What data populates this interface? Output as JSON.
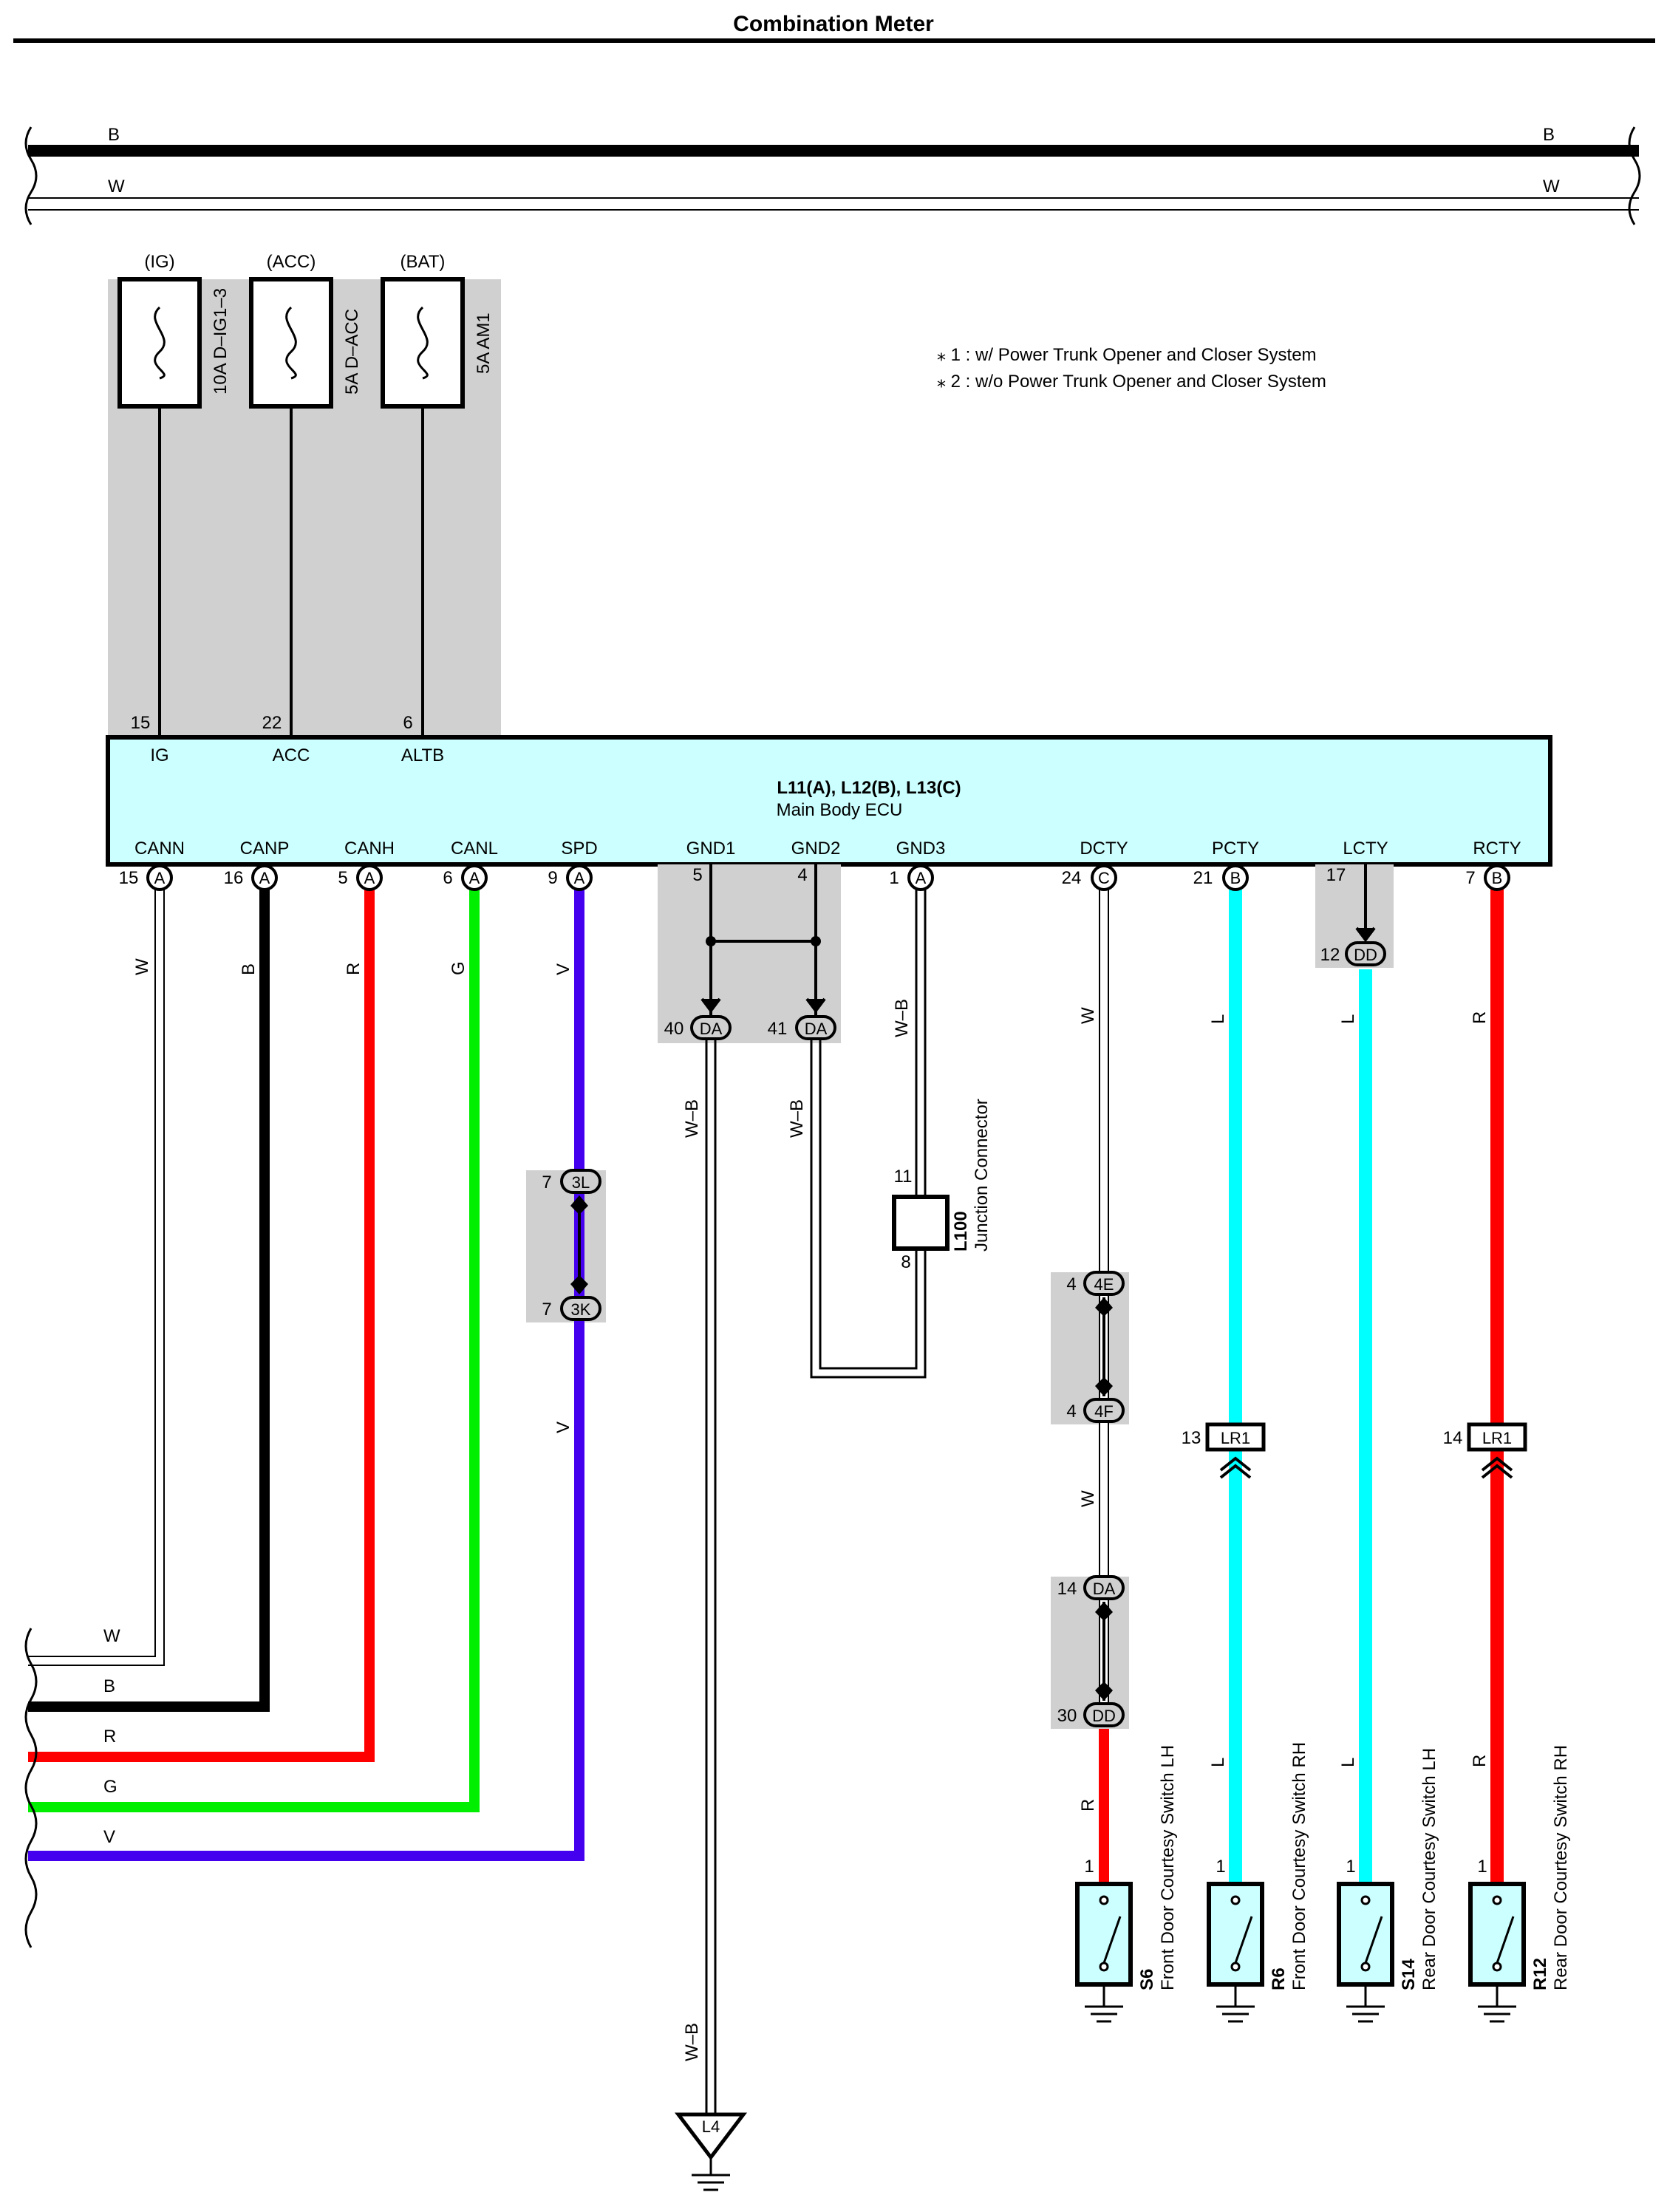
{
  "title": "Combination Meter",
  "bus": {
    "b_left": "B",
    "b_right": "B",
    "w_left": "W",
    "w_right": "W"
  },
  "notes": {
    "n1": "⁎ 1 : w/ Power Trunk Opener and Closer System",
    "n2": "⁎ 2 : w/o Power Trunk Opener and Closer System"
  },
  "fuses": [
    {
      "supply": "(IG)",
      "label": "10A D–IG1–3",
      "pin": "15",
      "terminal": "IG"
    },
    {
      "supply": "(ACC)",
      "label": "5A D–ACC",
      "pin": "22",
      "terminal": "ACC"
    },
    {
      "supply": "(BAT)",
      "label": "5A AM1",
      "pin": "6",
      "terminal": "ALTB"
    }
  ],
  "ecu": {
    "connectors": "L11(A), L12(B), L13(C)",
    "name": "Main Body ECU",
    "terminals": [
      {
        "name": "CANN",
        "pin": "15",
        "conn": "A"
      },
      {
        "name": "CANP",
        "pin": "16",
        "conn": "A"
      },
      {
        "name": "CANH",
        "pin": "5",
        "conn": "A"
      },
      {
        "name": "CANL",
        "pin": "6",
        "conn": "A"
      },
      {
        "name": "SPD",
        "pin": "9",
        "conn": "A"
      },
      {
        "name": "GND1",
        "pin": "5",
        "conn": ""
      },
      {
        "name": "GND2",
        "pin": "4",
        "conn": ""
      },
      {
        "name": "GND3",
        "pin": "1",
        "conn": "A"
      },
      {
        "name": "DCTY",
        "pin": "24",
        "conn": "C"
      },
      {
        "name": "PCTY",
        "pin": "21",
        "conn": "B"
      },
      {
        "name": "LCTY",
        "pin": "17",
        "conn": ""
      },
      {
        "name": "RCTY",
        "pin": "7",
        "conn": "B"
      }
    ]
  },
  "colors": {
    "W": "#ffffff",
    "B": "#000000",
    "R": "#ff0000",
    "G": "#00ee00",
    "V": "#4400ee",
    "L": "#00ffff",
    "WB": "#ffffff",
    "shade": "#d0d0d0",
    "ecu": "#ccffff"
  },
  "wires": {
    "cann": "W",
    "canp": "B",
    "canh": "R",
    "canl": "G",
    "spd": "V",
    "spd_low": "V",
    "gnd1": "W–B",
    "gnd2": "W–B",
    "gnd3": "W–B",
    "gnd_low": "W–B",
    "dcty": "W",
    "dcty_mid": "W",
    "dcty_low": "R",
    "pcty": "L",
    "pcty_low": "L",
    "lcty": "L",
    "lcty_low": "L",
    "rcty": "R",
    "rcty_low": "R"
  },
  "bundle": [
    "W",
    "B",
    "R",
    "G",
    "V"
  ],
  "connectors": {
    "spd_top": {
      "pin": "7",
      "id": "3L"
    },
    "spd_bot": {
      "pin": "7",
      "id": "3K"
    },
    "gnd1": {
      "pin": "40",
      "id": "DA"
    },
    "gnd2": {
      "pin": "41",
      "id": "DA"
    },
    "lcty": {
      "pin": "12",
      "id": "DD"
    },
    "dcty_a": {
      "pin": "4",
      "id": "4E"
    },
    "dcty_b": {
      "pin": "4",
      "id": "4F"
    },
    "dcty_c": {
      "pin": "14",
      "id": "DA"
    },
    "dcty_d": {
      "pin": "30",
      "id": "DD"
    },
    "pcty_lr": {
      "pin": "13",
      "id": "LR1"
    },
    "rcty_lr": {
      "pin": "14",
      "id": "LR1"
    }
  },
  "junction": {
    "code": "L100",
    "name": "Junction Connector",
    "pin_top": "11",
    "pin_bottom": "8"
  },
  "ground": {
    "id": "L4"
  },
  "switches": [
    {
      "code": "S6",
      "name": "Front Door Courtesy Switch LH",
      "pin": "1"
    },
    {
      "code": "R6",
      "name": "Front Door Courtesy Switch RH",
      "pin": "1"
    },
    {
      "code": "S14",
      "name": "Rear Door Courtesy Switch LH",
      "pin": "1"
    },
    {
      "code": "R12",
      "name": "Rear Door Courtesy Switch RH",
      "pin": "1"
    }
  ]
}
